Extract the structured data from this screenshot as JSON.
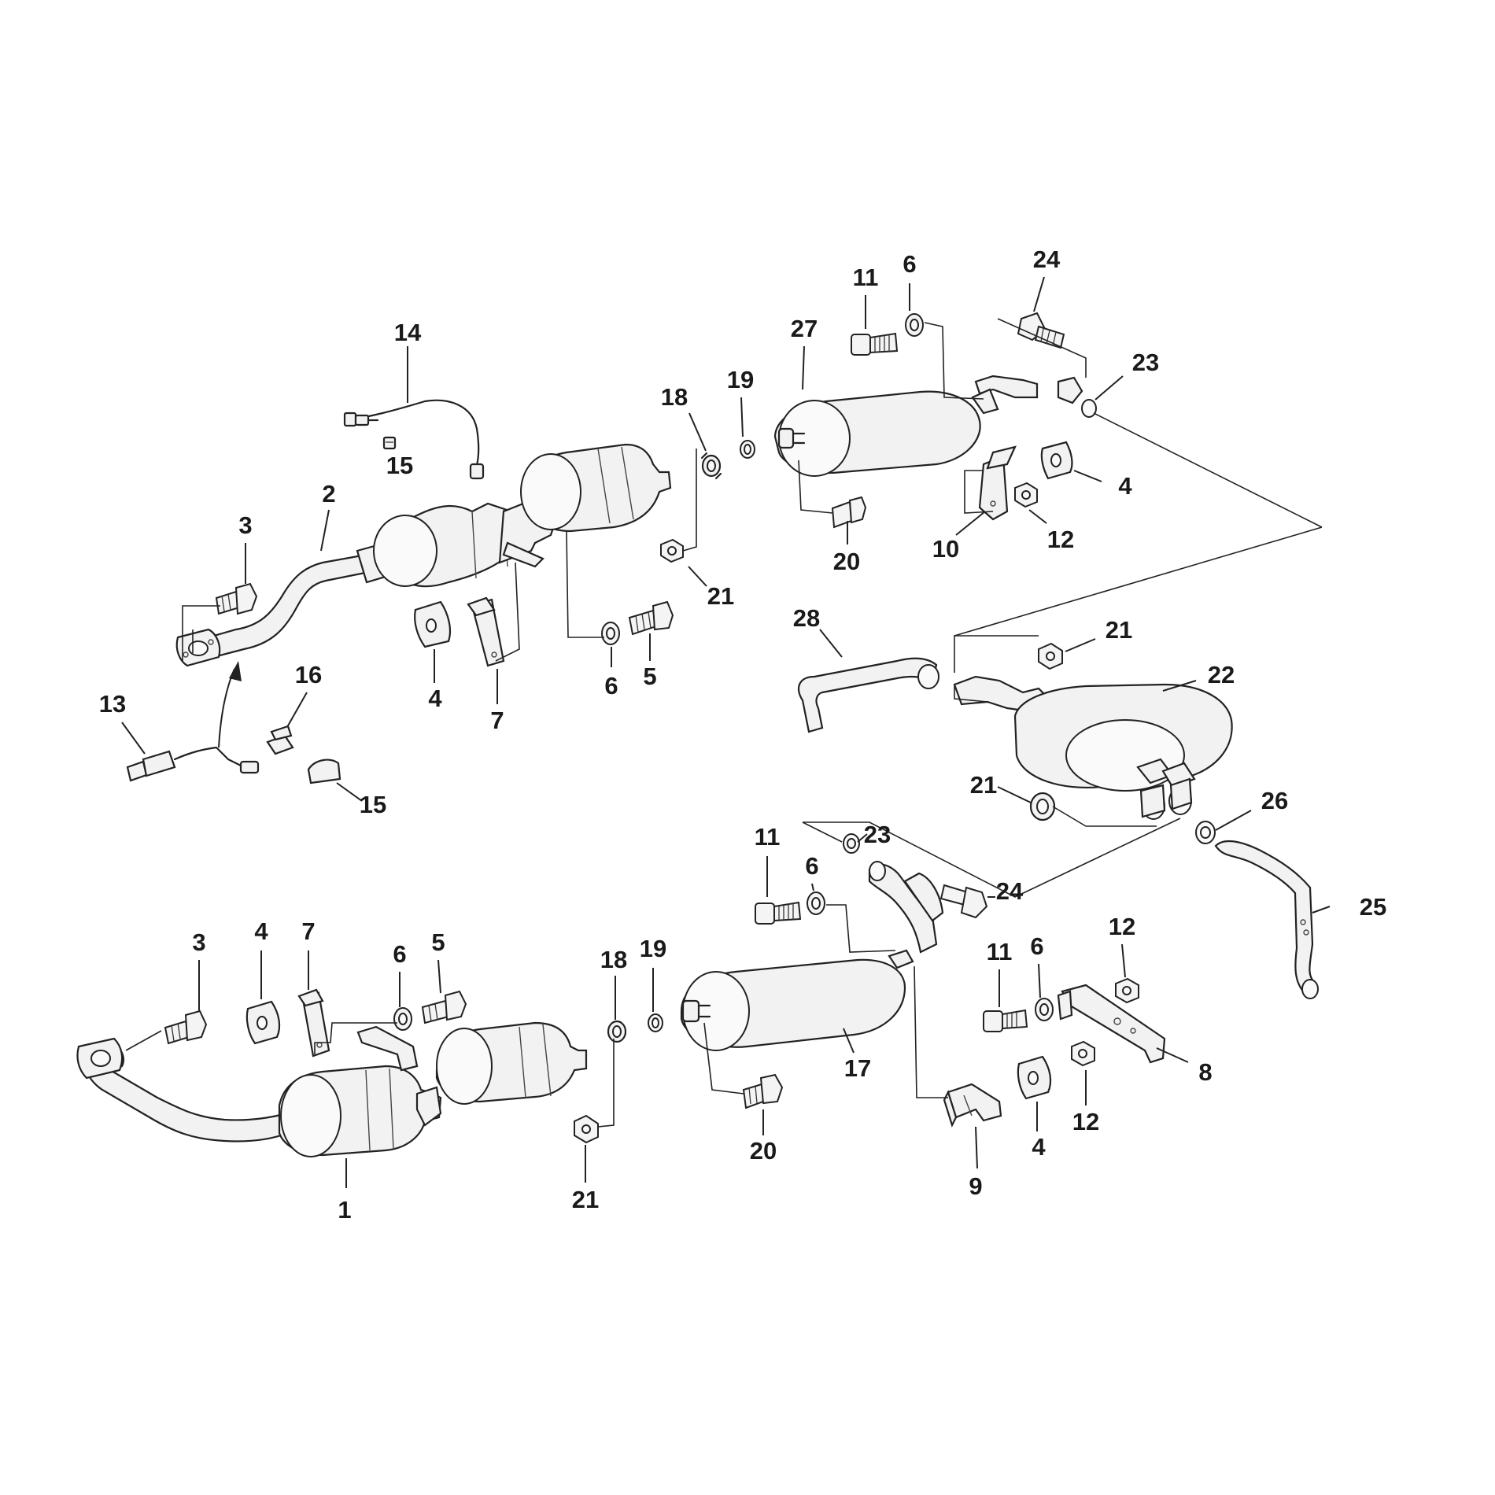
{
  "diagram": {
    "kind": "exploded parts diagram",
    "callouts": {
      "upper": {
        "p14": "14",
        "p15a": "15",
        "p2": "2",
        "p3": "3",
        "p13": "13",
        "p16": "16",
        "p15b": "15",
        "p4": "4",
        "p7": "7",
        "p6": "6",
        "p5": "5",
        "p18": "18",
        "p19": "19",
        "p27": "27",
        "p21": "21",
        "p20": "20",
        "p11": "11",
        "p6b": "6",
        "p24": "24",
        "p23": "23",
        "p4b": "4",
        "p10": "10",
        "p12": "12"
      },
      "rear": {
        "p28": "28",
        "p21a": "21",
        "p22": "22",
        "p21b": "21",
        "p26": "26",
        "p25": "25",
        "p23": "23",
        "p24": "24"
      },
      "lower": {
        "p3": "3",
        "p4": "4",
        "p7": "7",
        "p6": "6",
        "p5": "5",
        "p18": "18",
        "p19": "19",
        "p11": "11",
        "p6b": "6",
        "p11b": "11",
        "p6c": "6",
        "p12a": "12",
        "p8": "8",
        "p12b": "12",
        "p4b": "4",
        "p9": "9",
        "p17": "17",
        "p20": "20",
        "p21": "21",
        "p1": "1"
      }
    },
    "line_color": "#222222",
    "fill_color": "#f2f2f2",
    "background": "#ffffff"
  }
}
